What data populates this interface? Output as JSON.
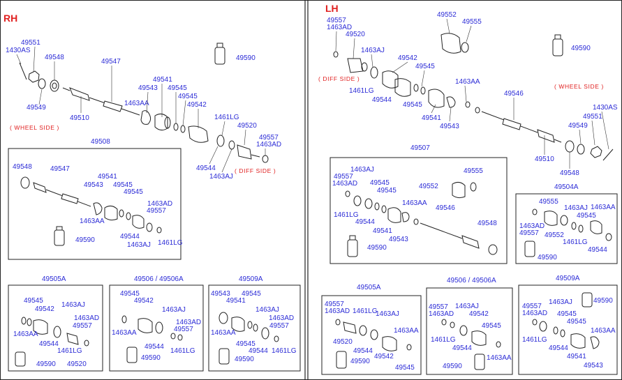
{
  "sections": {
    "rh": {
      "title": "RH",
      "side_labels": [
        "( WHEEL SIDE )",
        "( DIFF SIDE )"
      ],
      "main_labels": [
        "49551",
        "1430AS",
        "49548",
        "49547",
        "49590",
        "49549",
        "49541",
        "49543",
        "49545",
        "1463AA",
        "49545",
        "49542",
        "49510",
        "1461LG",
        "49520",
        "49557",
        "1463AD",
        "49544",
        "1463AJ"
      ],
      "box_49508": {
        "title": "49508",
        "labels": [
          "49548",
          "49547",
          "49541",
          "49543",
          "49545",
          "49545",
          "1463AD",
          "49557",
          "1463AA",
          "49544",
          "1463AJ",
          "1461LG",
          "49590"
        ]
      },
      "box_49505A": {
        "title": "49505A",
        "labels": [
          "49545",
          "49542",
          "1463AJ",
          "1463AD",
          "49557",
          "1463AA",
          "49544",
          "1461LG",
          "49590",
          "49520"
        ]
      },
      "box_49506": {
        "title": "49506 / 49506A",
        "labels": [
          "49545",
          "49542",
          "1463AJ",
          "1463AD",
          "49557",
          "1463AA",
          "49544",
          "1461LG",
          "49590"
        ]
      },
      "box_49509A": {
        "title": "49509A",
        "labels": [
          "49543",
          "49541",
          "49545",
          "1463AJ",
          "1463AD",
          "49557",
          "1463AA",
          "49545",
          "49544",
          "1461LG",
          "49590"
        ]
      }
    },
    "lh": {
      "title": "LH",
      "side_labels": [
        "( DIFF SIDE )",
        "( WHEEL SIDE )"
      ],
      "main_labels": [
        "49557",
        "1463AD",
        "49520",
        "49552",
        "49555",
        "1463AJ",
        "49590",
        "49542",
        "49545",
        "1461LG",
        "1463AA",
        "49544",
        "49545",
        "49546",
        "49541",
        "49543",
        "1430AS",
        "49551",
        "49549",
        "49510",
        "49548"
      ],
      "box_49507": {
        "title": "49507",
        "labels": [
          "1463AJ",
          "49557",
          "1463AD",
          "49545",
          "49545",
          "49555",
          "49552",
          "1463AA",
          "49546",
          "1461LG",
          "49544",
          "49541",
          "49543",
          "49548",
          "49590"
        ]
      },
      "box_49504A": {
        "title": "49504A",
        "labels": [
          "49555",
          "1463AJ",
          "1463AA",
          "49545",
          "1463AD",
          "49557",
          "49552",
          "1461LG",
          "49544",
          "49590"
        ]
      },
      "box_49505A": {
        "title": "49505A",
        "labels": [
          "49557",
          "1463AD",
          "1461LG",
          "1463AJ",
          "1463AA",
          "49520",
          "49544",
          "49590",
          "49542",
          "49545"
        ]
      },
      "box_49506": {
        "title": "49506 / 49506A",
        "labels": [
          "49557",
          "1463AJ",
          "1463AD",
          "49542",
          "1461LG",
          "49545",
          "49544",
          "1463AA",
          "49590"
        ]
      },
      "box_49509A": {
        "title": "49509A",
        "labels": [
          "1463AJ",
          "49590",
          "49557",
          "1463AD",
          "49545",
          "49545",
          "1461LG",
          "1463AA",
          "49544",
          "49541",
          "49543"
        ]
      }
    }
  }
}
